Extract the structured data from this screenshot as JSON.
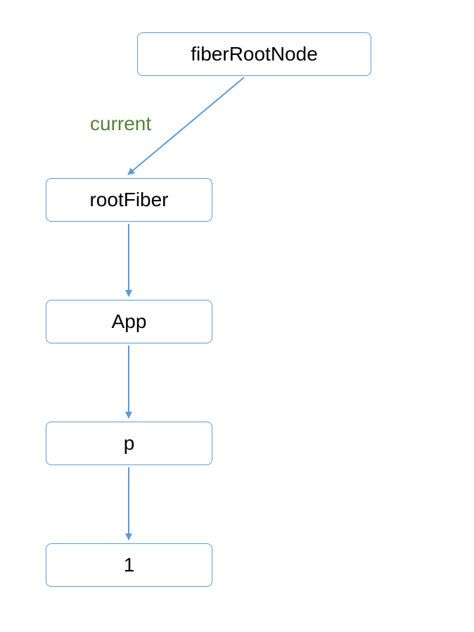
{
  "diagram": {
    "colors": {
      "stroke": "#5b9bd5",
      "label": "#548235",
      "text": "#000000"
    },
    "nodes": [
      {
        "id": "fiberRootNode",
        "label": "fiberRootNode"
      },
      {
        "id": "rootFiber",
        "label": "rootFiber"
      },
      {
        "id": "app",
        "label": "App"
      },
      {
        "id": "p",
        "label": "p"
      },
      {
        "id": "one",
        "label": "1"
      }
    ],
    "edges": [
      {
        "from": "fiberRootNode",
        "to": "rootFiber",
        "label": "current"
      },
      {
        "from": "rootFiber",
        "to": "app",
        "label": ""
      },
      {
        "from": "app",
        "to": "p",
        "label": ""
      },
      {
        "from": "p",
        "to": "one",
        "label": ""
      }
    ]
  }
}
